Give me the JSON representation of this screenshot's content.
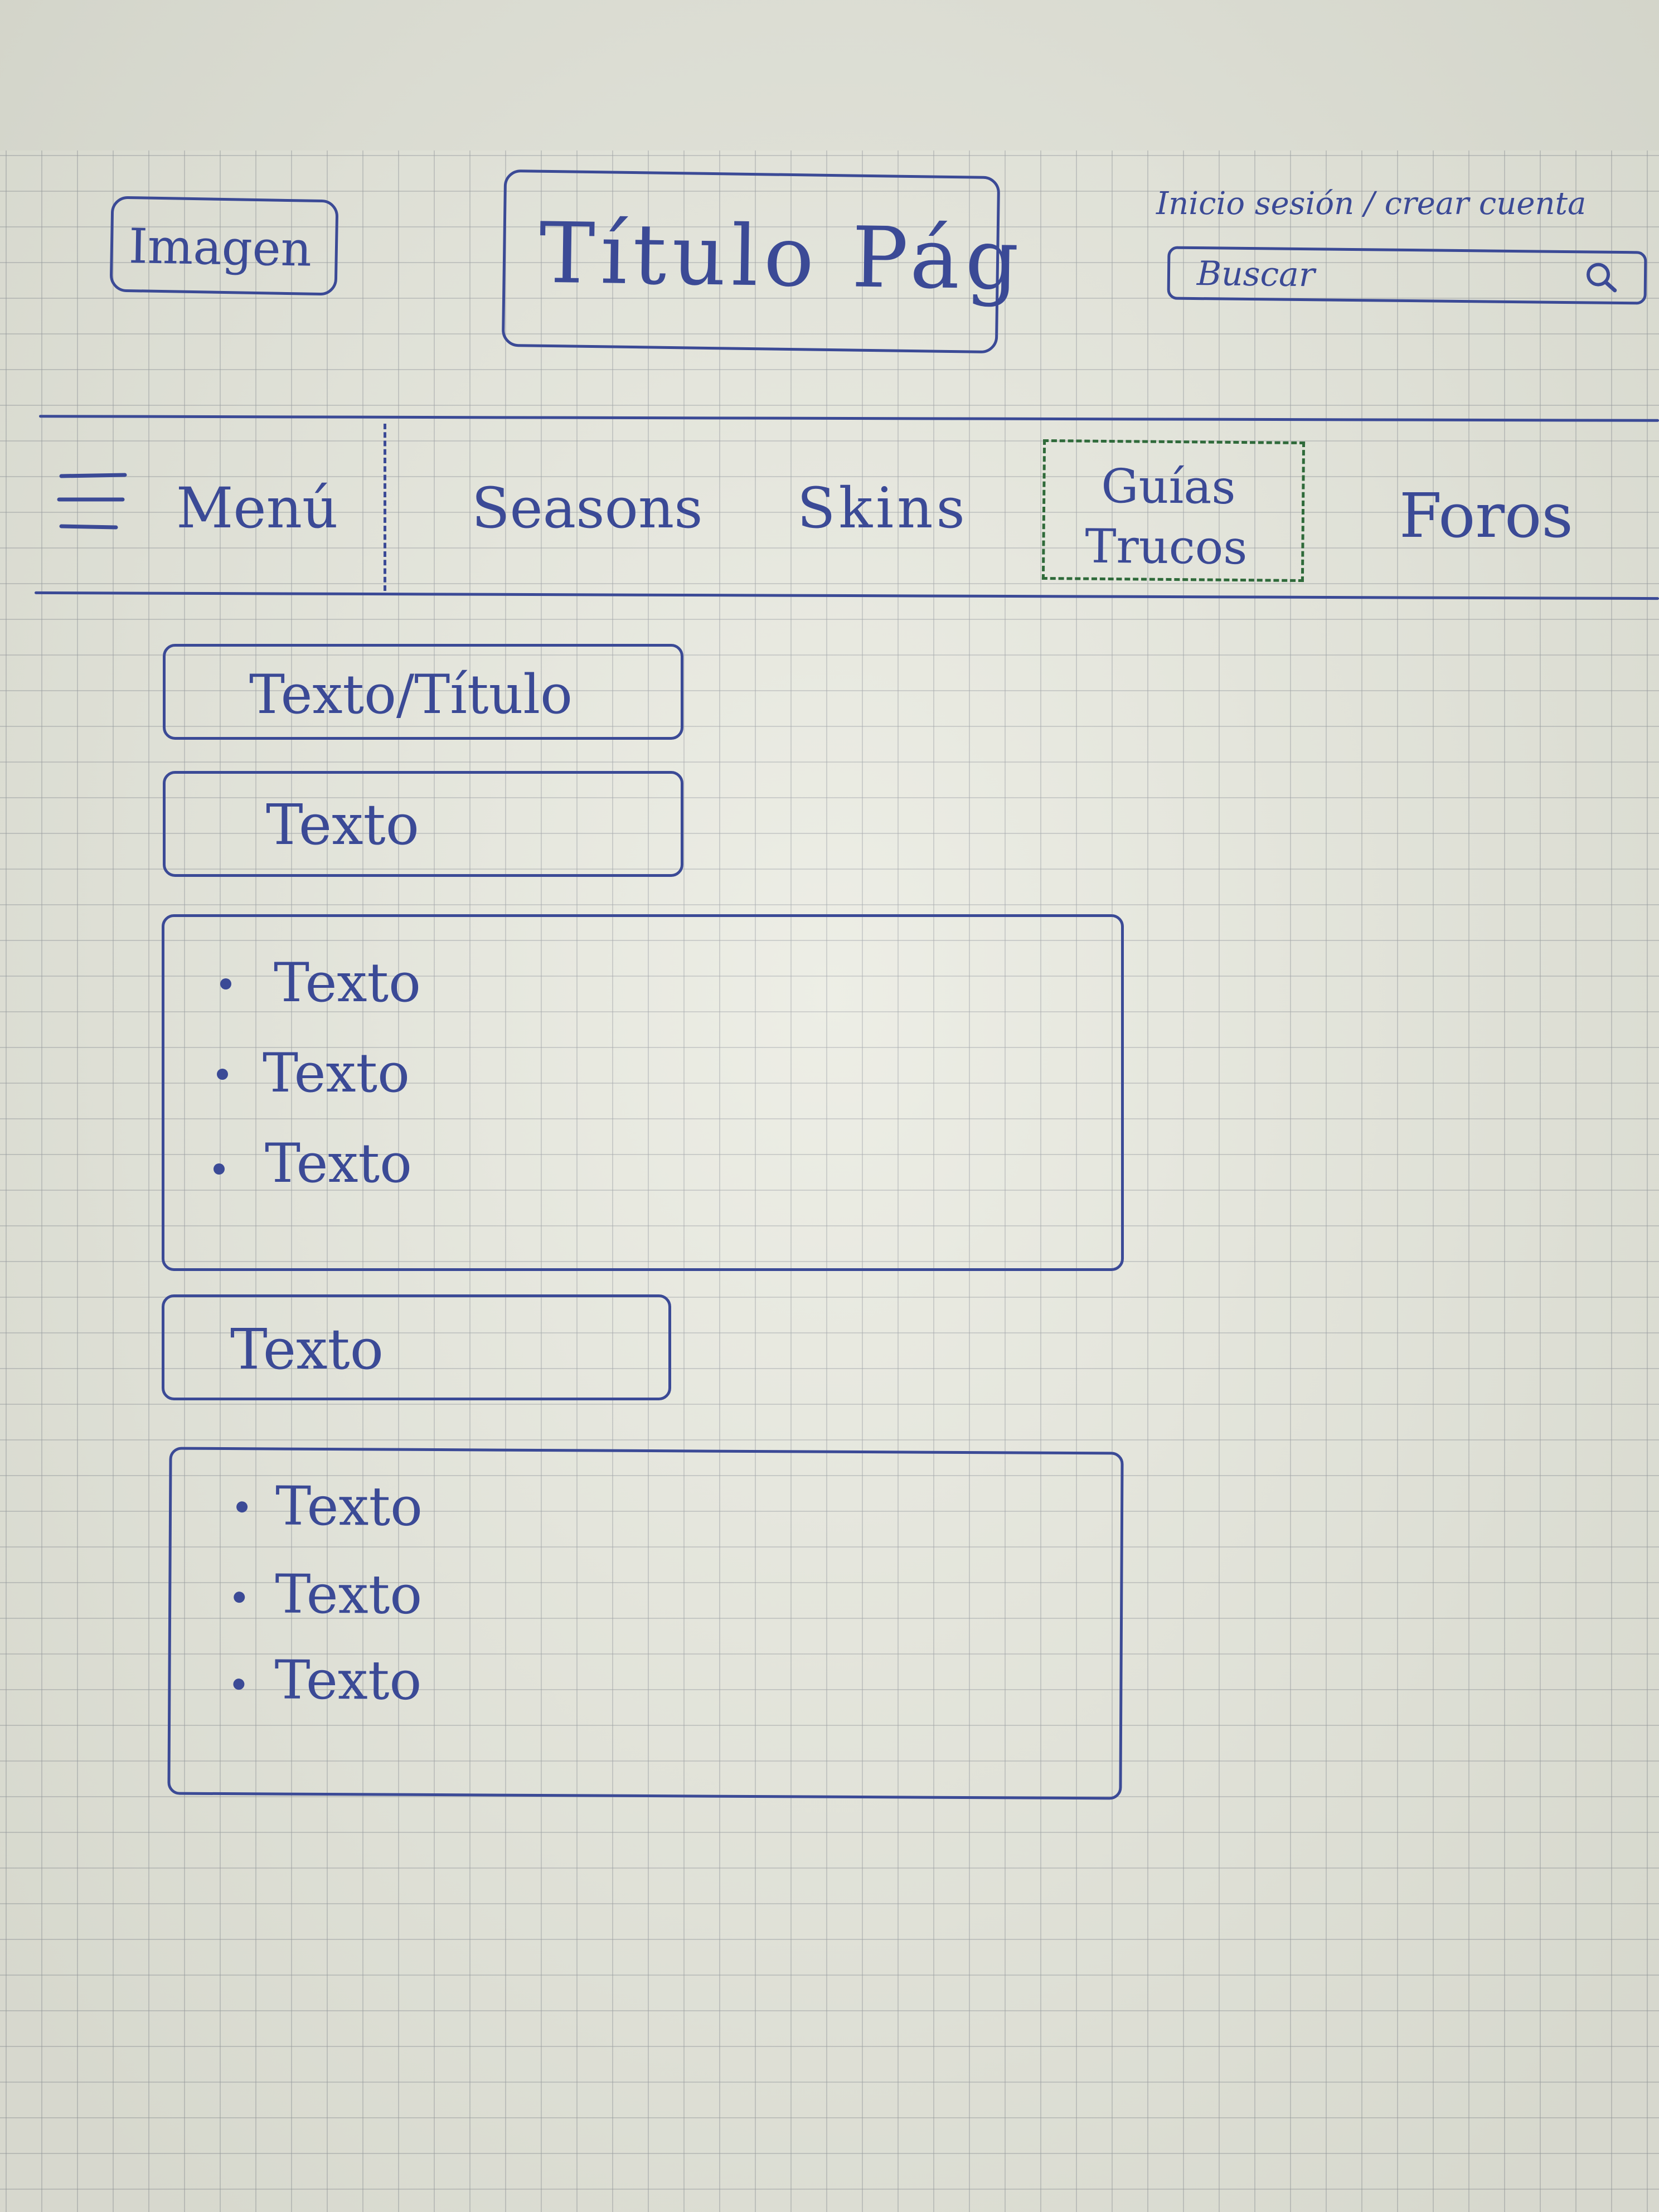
{
  "header": {
    "image_label": "Imagen",
    "title": "Título Pág",
    "login_link": "Inicio sesión / crear cuenta",
    "search_placeholder": "Buscar"
  },
  "nav": {
    "menu_label": "Menú",
    "items": [
      "Seasons",
      "Skins",
      "Guías",
      "Trucos",
      "Foros"
    ]
  },
  "content": {
    "title_box": "Texto/Título",
    "text_box_1": "Texto",
    "list_1": [
      "Texto",
      "Texto",
      "Texto"
    ],
    "text_box_2": "Texto",
    "list_2": [
      "Texto",
      "Texto",
      "Texto"
    ]
  },
  "colors": {
    "ink": "#3b4a96",
    "highlight_dash": "#2f6a3a",
    "paper": "#e9eae0"
  }
}
